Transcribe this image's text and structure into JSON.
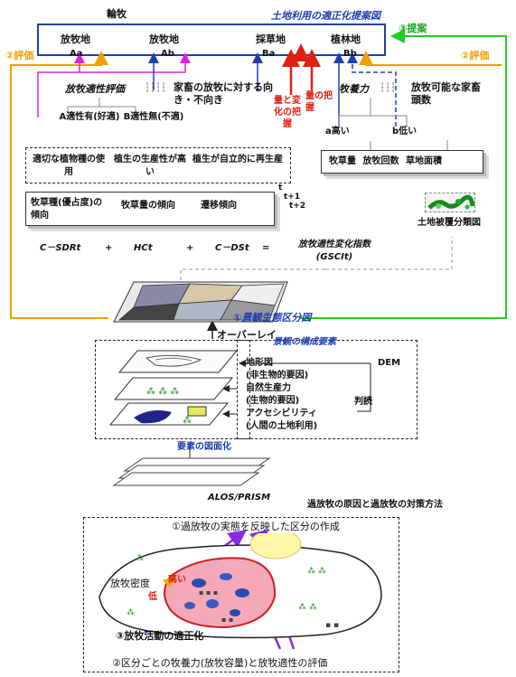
{
  "top": {
    "header_left": "輪牧",
    "header_title": "土地利用の適正化提案図",
    "proposal": "③提案",
    "units": [
      "放牧地",
      "放牧地",
      "採草地",
      "植林地"
    ],
    "unit_codes": [
      "Aa",
      "Ab",
      "Ba",
      "Bb"
    ],
    "eval_left": "②評価",
    "eval_right": "②評価"
  },
  "middle": {
    "grazing_suitability_eval": "放牧適性評価",
    "livestock_suitability": "家畜の放牧に対する向き・不向き",
    "quantity_change": "量と変化の把握",
    "quantity": "量の把握",
    "carrying_capacity": "牧養力",
    "possible_heads": "放牧可能な家畜頭数",
    "class_a": "A適性有(好適)",
    "class_b": "B適性無(不適)",
    "class_a_level": "a高い",
    "class_b_level": "b低い",
    "factor_boxes": [
      "適切な植物種の使用",
      "植生の生産性が高い",
      "植生が自立的に再生産"
    ],
    "capacity_box": "牧草量 放牧回数 草地面積",
    "trend_items": [
      "牧草種(優占度)の傾向",
      "牧草量の傾向",
      "遷移傾向"
    ],
    "time_labels": [
      "t",
      "t+1",
      "t+2"
    ],
    "formula_terms": [
      "C－SDRt",
      "+",
      "HCt",
      "+",
      "C－DSt",
      "="
    ],
    "formula_result": "放牧適性変化指数(GSCIt)",
    "land_cover_map": "土地被覆分類図"
  },
  "landscape": {
    "division_map": "①景観生態区分図",
    "overlay": "オーバーレイ",
    "components_title": "景観の構成要素",
    "landform": "地形図",
    "landform_sub": "(非生物的要因)",
    "productivity": "自然生産力",
    "productivity_sub": "(生物的要因)",
    "interpretation": "判読",
    "accessibility": "アクセシビリティ",
    "accessibility_sub": "(人間の土地利用)",
    "dem": "DEM",
    "element_maps": "要素の図面化",
    "sensor": "ALOS/PRISM"
  },
  "bottom": {
    "title": "過放牧の原因と過放牧の対策方法",
    "step1": "①過放牧の実態を反映した区分の作成",
    "density": "放牧密度",
    "high": "高い",
    "low": "低",
    "step3": "③放牧活動の適正化",
    "step2": "②区分ごとの牧養力(放牧容量)と放牧適性の評価"
  },
  "colors": {
    "blue": "#1f3fb0",
    "red": "#e02010",
    "orange": "#f0a000",
    "green": "#22cc22",
    "magenta": "#e020e0",
    "purple": "#8a2be2"
  }
}
